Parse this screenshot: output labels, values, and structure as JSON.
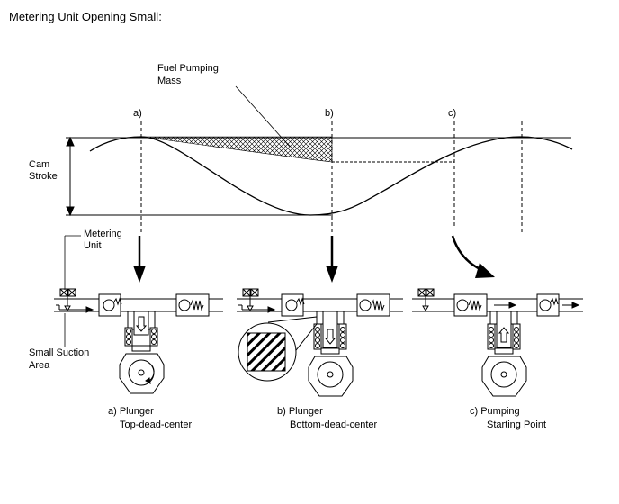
{
  "title": "Metering Unit Opening Small:",
  "labels": {
    "fuel_pumping_mass_1": "Fuel Pumping",
    "fuel_pumping_mass_2": "Mass",
    "cam_stroke_1": "Cam",
    "cam_stroke_2": "Stroke",
    "metering_unit_1": "Metering",
    "metering_unit_2": "Unit",
    "small_suction_1": "Small Suction",
    "small_suction_2": "Area",
    "marker_a": "a)",
    "marker_b": "b)",
    "marker_c": "c)"
  },
  "captions": {
    "a_line1": "a)  Plunger",
    "a_line2": "Top-dead-center",
    "b_line1": "b)  Plunger",
    "b_line2": "Bottom-dead-center",
    "c_line1": "c)   Pumping",
    "c_line2": "Starting Point"
  },
  "icons": [
    "arrow-down-icon",
    "arrow-right-icon",
    "check-valve-icon",
    "spring-icon",
    "cam-icon",
    "plunger-icon",
    "magnifier-callout-icon"
  ]
}
